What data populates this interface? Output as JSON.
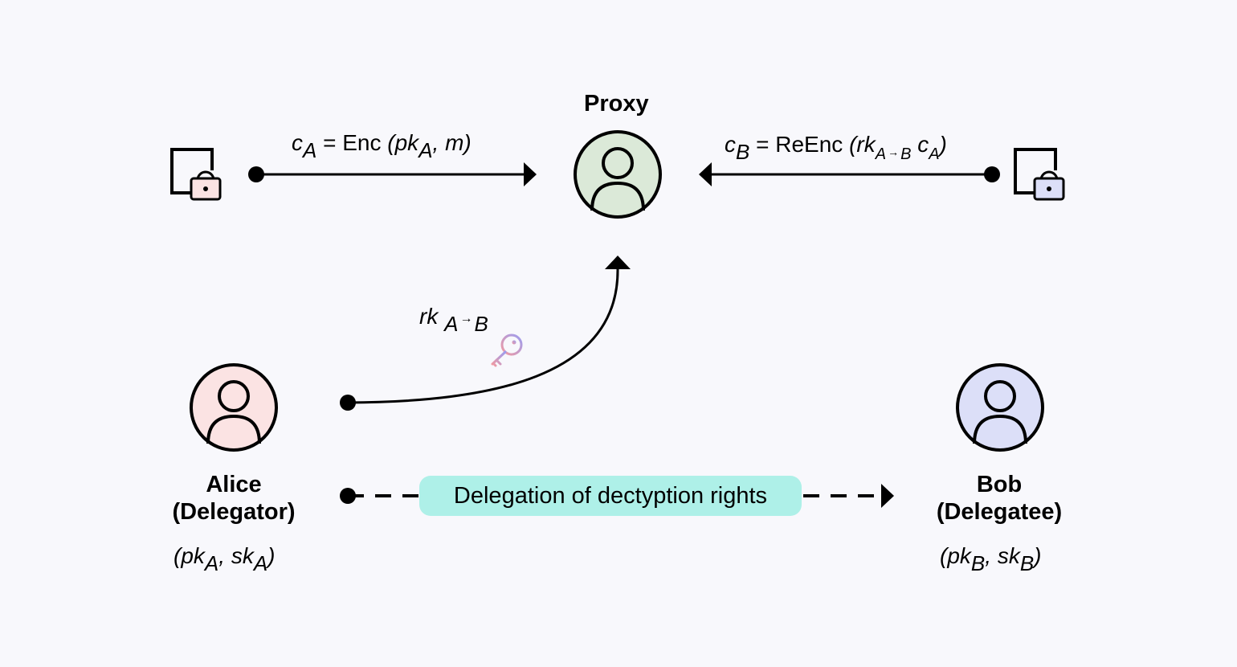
{
  "proxy": {
    "title": "Proxy",
    "fill": "#dbe9d8"
  },
  "alice": {
    "name": "Alice",
    "role": "(Delegator)",
    "fill": "#fbe3e3",
    "keys": {
      "open": "(",
      "pk": "pk",
      "sub1": "A",
      "sep": ", ",
      "sk": "sk",
      "sub2": "A",
      "close": ")"
    }
  },
  "bob": {
    "name": "Bob",
    "role": "(Delegatee)",
    "fill": "#dcdff8",
    "keys": {
      "open": "(",
      "pk": "pk",
      "sub1": "B",
      "sep": ", ",
      "sk": "sk",
      "sub2": "B",
      "close": ")"
    }
  },
  "enc_formula": {
    "c": "c",
    "c_sub": "A",
    "eq": " = Enc ",
    "open": "(pk",
    "pk_sub": "A",
    "rest": ", m)"
  },
  "reenc_formula": {
    "c": "c",
    "c_sub": "B",
    "eq": " = ReEnc ",
    "open": "(rk",
    "rk_from": "A",
    "arrow": "→",
    "rk_to": "B",
    "c2": " c",
    "c2_sub": "A",
    "close": ")"
  },
  "rekey_label": {
    "rk": "rk",
    "from": "A",
    "arrow": "→",
    "to": "B"
  },
  "delegation_label": "Delegation of dectyption rights",
  "colors": {
    "lock_left": "#fbe3e3",
    "lock_right": "#dcdff8",
    "pill": "#aef0e8",
    "key_gradient_start": "#f29aa0",
    "key_gradient_end": "#9c9cf0"
  },
  "icons": [
    "document-lock-icon",
    "user-icon",
    "key-icon"
  ]
}
